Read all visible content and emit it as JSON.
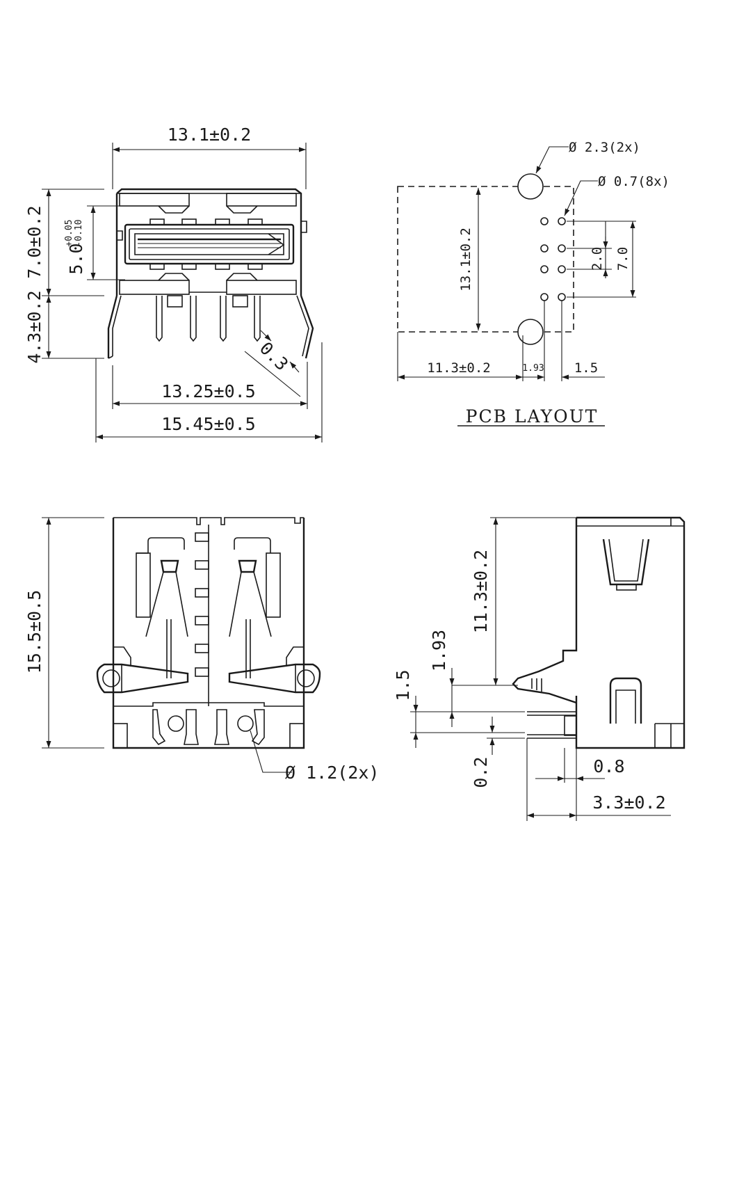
{
  "front_view": {
    "width_top": "13.1±0.2",
    "height_total": "7.0±0.2",
    "port_height": "5.0",
    "port_tol_upper": "+0.05",
    "port_tol_lower": "-0.10",
    "leg_height": "4.3±0.2",
    "lead_width": "0.3",
    "width_mid": "13.25±0.5",
    "width_bottom": "15.45±0.5"
  },
  "pcb_layout": {
    "title": "PCB LAYOUT",
    "hole_large": "Ø 2.3(2x)",
    "hole_small": "Ø 0.7(8x)",
    "height": "13.1±0.2",
    "pitch_small": "2.0",
    "pitch_large": "7.0",
    "offset_main": "11.3±0.2",
    "offset_a": "1.93",
    "offset_b": "1.5"
  },
  "top_view": {
    "length": "15.5±0.5",
    "hole": "Ø 1.2(2x)"
  },
  "side_view": {
    "length": "11.3±0.2",
    "d_193": "1.93",
    "d_15": "1.5",
    "d_02": "0.2",
    "d_08": "0.8",
    "d_33": "3.3±0.2"
  }
}
